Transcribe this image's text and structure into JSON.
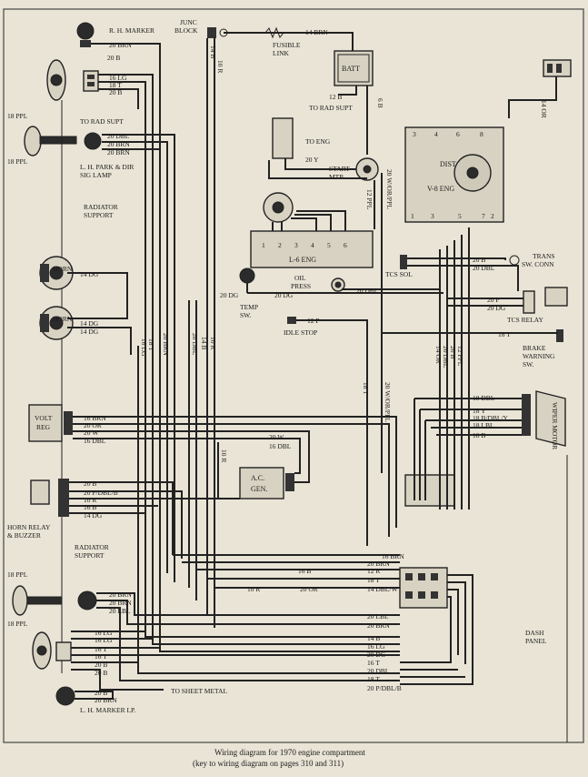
{
  "labels": {
    "rh_marker": "R. H. MARKER",
    "junc_block": "JUNC",
    "junc_block2": "BLOCK",
    "fusible_link": "FUSIBLE",
    "fusible_link2": "LINK",
    "to_rad_supt_top": "TO RAD SUPT",
    "to_rad_supt_left": "TO RAD SUPT",
    "to_eng": "TO ENG",
    "start_mtr": "START",
    "start_mtr2": "MTR",
    "lh_park_dir": "L. H. PARK & DIR",
    "sig_lamp": "SIG LAMP",
    "radiator_support_top": "RADIATOR",
    "radiator_support_top2": "SUPPORT",
    "dist": "DIST",
    "v8_eng": "V-8 ENG",
    "l6_eng": "L-6 ENG",
    "oil_press": "OIL",
    "oil_press2": "PRESS",
    "temp_sw": "TEMP",
    "temp_sw2": "SW.",
    "idle_stop": "IDLE STOP",
    "tcs_sol": "TCS SOL",
    "trans_sw": "TRANS",
    "trans_sw2": "SW. CONN",
    "tcs_relay": "TCS RELAY",
    "brake_warning": "BRAKE",
    "brake_warning2": "WARNING",
    "brake_warning3": "SW.",
    "volt_reg": "VOLT",
    "volt_reg2": "REG",
    "ac_gen": "A.C.",
    "ac_gen2": "GEN.",
    "wiper_motor": "WIPER MOTOR",
    "horn_relay": "HORN RELAY",
    "horn_relay2": "& BUZZER",
    "radiator_support_bot": "RADIATOR",
    "radiator_support_bot2": "SUPPORT",
    "horn": "HORN",
    "dash_panel": "DASH",
    "dash_panel2": "PANEL",
    "to_sheet_metal": "TO SHEET METAL",
    "lh_marker_lp": "L. H. MARKER LP.",
    "batt": "BATT",
    "top_ppl": "18 PPL",
    "bottom_ppl": "18 PPL",
    "mid_ppl": "18 PPL",
    "low_ppl": "18 PPL"
  },
  "wires": {
    "w20brn_a": "20 BRN",
    "w20b_a": "20 B",
    "w16lg_a": "16 LG",
    "w18t_a": "18 T",
    "w20b_b": "20 B",
    "w20dbl_a": "20 DBL",
    "w20brn_b": "20 BRN",
    "w20brn_c": "20 BRN",
    "w14brn": "14 BRN",
    "w12b": "12 B",
    "w6b": "6 B",
    "w14or_top": "14 OR",
    "w20y": "20 Y",
    "w12ppl": "12 PPL",
    "w20wor": "20 W/OR/PPL",
    "w14b": "14 B",
    "w10r": "10 R",
    "w20b_tcs": "20 B",
    "w20dbl_tcs": "20 DBL",
    "w20p": "20 P",
    "w20dg": "20 DG",
    "w20dg_temp": "20 DG",
    "w20dbl_oil": "20 DBL",
    "w12p": "12 P",
    "w18t_brake": "18 T",
    "w14dg_a": "14 DG",
    "w14dg_b": "14 DG",
    "w14dg_c": "14 DG",
    "w16lg_v": "16 LG",
    "w18t_v": "18 T",
    "w20brn_v": "20 BRN",
    "w20dbl_v": "20 DBL",
    "w14b_v": "14 B",
    "w10r_v": "10 R",
    "w18t_mid": "18 T",
    "w20wor_mid": "20 W/OR/PPL",
    "w14or_mid": "14 OR",
    "w20dbl_mid": "20 DBL",
    "w20b_mid": "20 B",
    "w12ppl_mid": "12 PPL",
    "w18dbl": "18 DBL",
    "w18y": "18 Y",
    "w18lbl": "18 LBL",
    "w18bdbl": "18 B/DBL/Y",
    "w18b": "18 B",
    "w16brn_reg": "16 BRN",
    "w20or_reg": "20 OR",
    "w20w_reg": "20 W",
    "w16dbl_reg": "16 DBL",
    "w20w_gen": "20 W",
    "w16dbl_gen": "16 DBL",
    "w10r_gen": "10 R",
    "w20b_horn": "20 B",
    "w20pdbl": "20 P/DBL/B",
    "w10r_horn": "10 R",
    "w16b_horn": "16 B",
    "w14dg_horn": "14 DG",
    "w16brn_bulk": "16 BRN",
    "w20brn_bulk": "20 BRN",
    "w16b_bulk": "16 B",
    "w12r_bulk": "12 R",
    "w18t_bulk": "18 T",
    "w10r_bulk": "10 R",
    "w20or_bulk": "20 OR",
    "w14dblw": "14 DBL/W",
    "w20brn_l1": "20 BRN",
    "w20brn_l2": "20 BRN",
    "w20lbl_l": "20 LBL",
    "w20lbl_r": "20 LBL",
    "w20brn_r": "20 BRN",
    "w16lg_l1": "16 LG",
    "w16lg_l2": "16 LG",
    "w16t_l1": "16 T",
    "w16t_l2": "16 T",
    "w20b_l1": "20 B",
    "w20b_l2": "20 B",
    "w14b_r": "14 B",
    "w16lg_r": "16 LG",
    "w20dg_r": "20 DG",
    "w16t_r": "16 T",
    "w20dbl_r": "20 DBL",
    "w18t_r": "18 T",
    "w20pdbl_r": "20 P/DBL/B",
    "w20b_lm": "20 B",
    "w20brn_lm": "20 BRN"
  },
  "terminals": {
    "l6_numbers": [
      "1",
      "2",
      "3",
      "4",
      "5",
      "6"
    ],
    "v8_top": [
      "3",
      "4",
      "6",
      "8"
    ],
    "v8_bot": [
      "1",
      "3",
      "5",
      "7",
      "2"
    ]
  },
  "caption": {
    "line1": "Wiring diagram for 1970 engine compartment",
    "line2": "(key to wiring diagram on pages 310 and 311)"
  }
}
